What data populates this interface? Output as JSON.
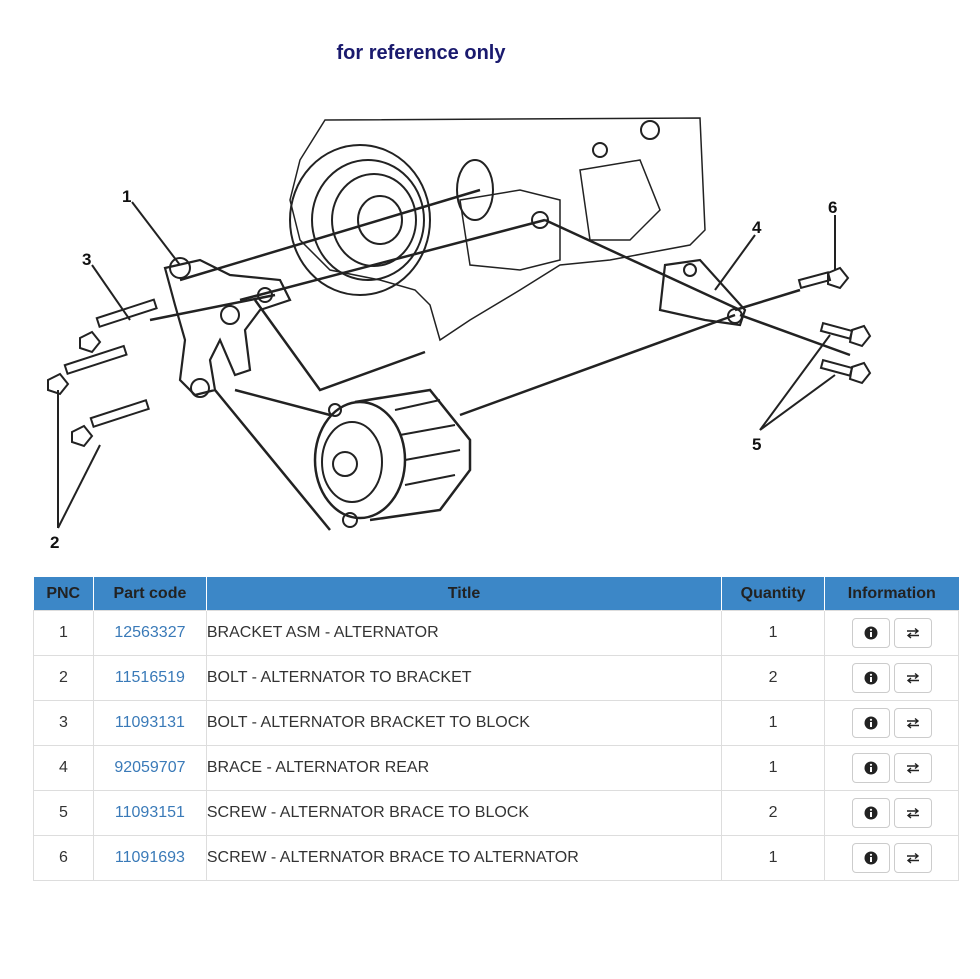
{
  "reference_note": "for reference only",
  "diagram": {
    "callouts": [
      "1",
      "2",
      "3",
      "4",
      "5",
      "6"
    ]
  },
  "table": {
    "headers": {
      "pnc": "PNC",
      "part_code": "Part code",
      "title": "Title",
      "quantity": "Quantity",
      "information": "Information"
    },
    "rows": [
      {
        "pnc": "1",
        "code": "12563327",
        "title": "BRACKET ASM - ALTERNATOR",
        "qty": "1"
      },
      {
        "pnc": "2",
        "code": "11516519",
        "title": "BOLT - ALTERNATOR TO BRACKET",
        "qty": "2"
      },
      {
        "pnc": "3",
        "code": "11093131",
        "title": "BOLT - ALTERNATOR BRACKET TO BLOCK",
        "qty": "1"
      },
      {
        "pnc": "4",
        "code": "92059707",
        "title": "BRACE - ALTERNATOR REAR",
        "qty": "1"
      },
      {
        "pnc": "5",
        "code": "11093151",
        "title": "SCREW - ALTERNATOR BRACE TO BLOCK",
        "qty": "2"
      },
      {
        "pnc": "6",
        "code": "11091693",
        "title": "SCREW - ALTERNATOR BRACE TO ALTERNATOR",
        "qty": "1"
      }
    ]
  },
  "icons": {
    "info": "info-icon",
    "exchange": "exchange-icon"
  },
  "colors": {
    "header_bg": "#3c87c7",
    "link": "#3a7ab8",
    "note": "#1a1a6e"
  }
}
